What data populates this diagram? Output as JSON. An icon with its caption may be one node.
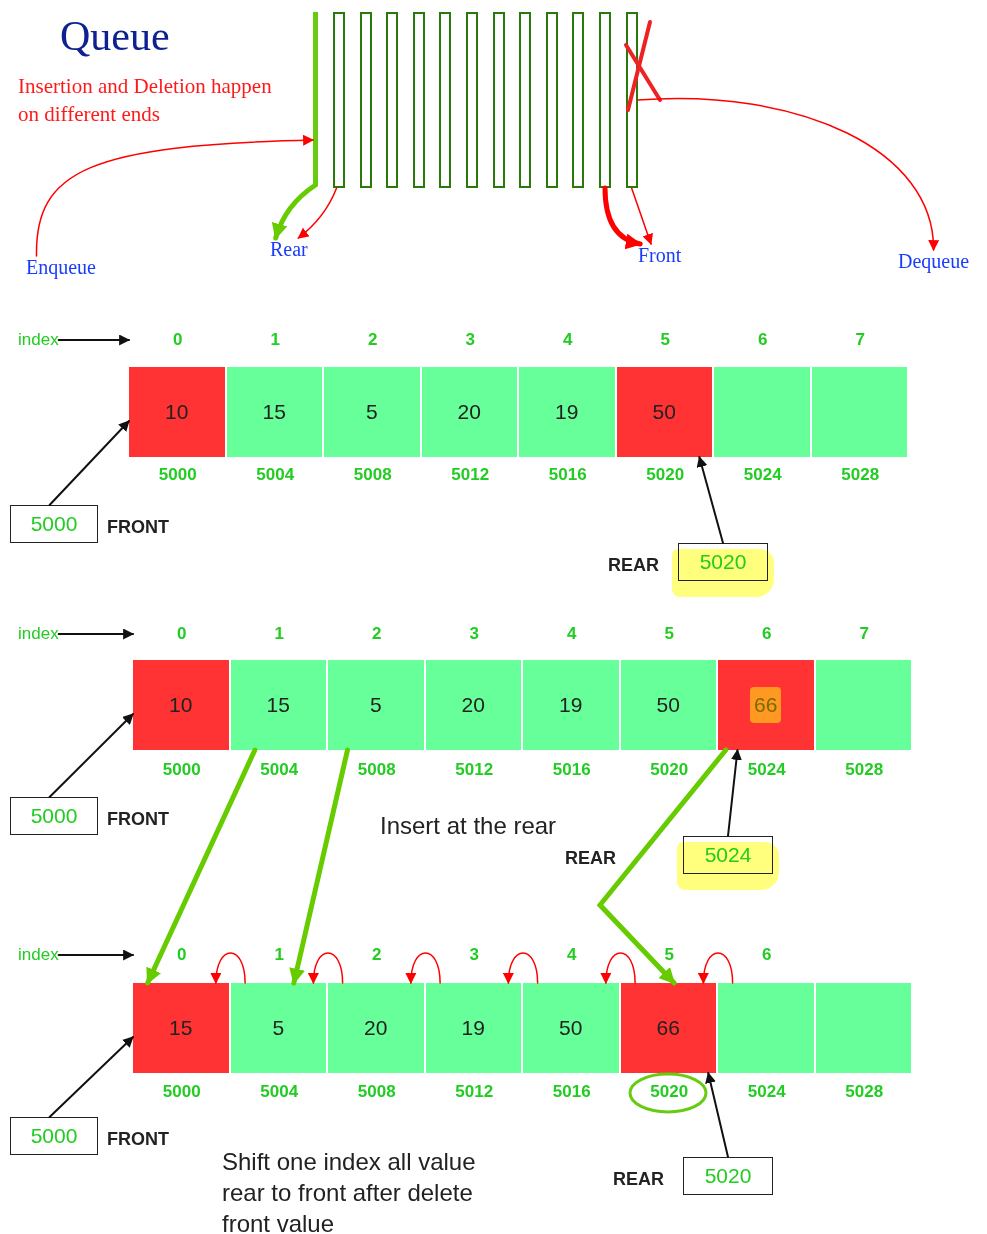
{
  "diagram": {
    "title": "Queue",
    "nodes": [
      {
        "text": [],
        "shape": "bar"
      },
      {
        "text": [],
        "shape": "box"
      },
      {
        "text": [],
        "shape": "box"
      },
      {
        "text": [],
        "shape": "box"
      },
      {
        "text": [],
        "shape": "box"
      },
      {
        "text": [],
        "shape": "box"
      },
      {
        "text": [],
        "shape": "box"
      },
      {
        "text": [],
        "shape": "box"
      },
      {
        "text": [],
        "shape": "box"
      },
      {
        "text": [],
        "shape": "box"
      },
      {
        "text": [],
        "shape": "box"
      },
      {
        "text": [],
        "shape": "box"
      },
      {
        "text": [],
        "shape": "box"
      },
      {
        "text": [
          "Enqueue"
        ]
      },
      {
        "text": [
          "Rear"
        ]
      },
      {
        "text": [
          "Front"
        ]
      },
      {
        "text": [
          "Dequeue"
        ]
      },
      {
        "text": [
          "index"
        ]
      },
      {
        "text": [
          "0"
        ]
      },
      {
        "text": [
          "10"
        ]
      },
      {
        "text": [
          "15"
        ]
      },
      {
        "text": [
          "5"
        ]
      },
      {
        "text": [
          "20"
        ]
      },
      {
        "text": [
          "19"
        ]
      },
      {
        "text": [
          "50"
        ]
      },
      {
        "text": [],
        "shape": "box"
      },
      {
        "text": [],
        "shape": "box"
      },
      {
        "text": [
          "5000"
        ],
        "beside": [
          "FRONT"
        ]
      },
      {
        "text": [
          "5020"
        ],
        "beside": [
          "REAR"
        ]
      },
      {
        "text": [
          "index"
        ]
      },
      {
        "text": [
          "0"
        ]
      },
      {
        "text": [
          "10"
        ]
      },
      {
        "text": [
          "15"
        ]
      },
      {
        "text": [
          "5"
        ]
      },
      {
        "text": [
          "20"
        ]
      },
      {
        "text": [
          "19"
        ]
      },
      {
        "text": [
          "50"
        ]
      },
      {
        "text": [
          "66"
        ]
      },
      {
        "text": [],
        "shape": "box"
      },
      {
        "text": [
          "5000"
        ],
        "beside": [
          "FRONT"
        ]
      },
      {
        "text": [
          "5024"
        ],
        "beside": [
          "REAR"
        ]
      },
      {
        "text": [
          "index"
        ]
      },
      {
        "text": [
          "0"
        ]
      },
      {
        "text": [
          "15"
        ]
      },
      {
        "text": [
          "5"
        ]
      },
      {
        "text": [
          "20"
        ]
      },
      {
        "text": [
          "19"
        ]
      },
      {
        "text": [
          "50"
        ]
      },
      {
        "text": [
          "66"
        ]
      },
      {
        "text": [],
        "shape": "box"
      },
      {
        "text": [],
        "shape": "box"
      },
      {
        "text": [
          "5000"
        ],
        "beside": [
          "FRONT"
        ]
      },
      {
        "text": [
          "5020"
        ],
        "beside": [
          "REAR"
        ]
      }
    ],
    "edges": [
      {
        "from": 13,
        "to": 0,
        "arrow": "to",
        "color": "#ff0000"
      },
      {
        "from": 0,
        "to": 14,
        "arrow": "to",
        "style": "thick",
        "color": "#66cc00"
      },
      {
        "from": 1,
        "to": 14,
        "arrow": "to",
        "color": "#ff0000"
      },
      {
        "from": 11,
        "to": 15,
        "arrow": "to",
        "style": "thick",
        "color": "#ff0000"
      },
      {
        "from": 12,
        "to": 15,
        "arrow": "to",
        "color": "#ff0000"
      },
      {
        "from": 12,
        "to": 16,
        "arrow": "to",
        "color": "#ff0000"
      },
      {
        "from": 17,
        "to": 18,
        "arrow": "to",
        "color": "#111111"
      },
      {
        "from": 27,
        "to": 19,
        "arrow": "to",
        "color": "#111111"
      },
      {
        "from": 28,
        "to": 24,
        "arrow": "to",
        "color": "#111111"
      },
      {
        "from": 29,
        "to": 30,
        "arrow": "to",
        "color": "#111111"
      },
      {
        "from": 39,
        "to": 31,
        "arrow": "to",
        "color": "#111111"
      },
      {
        "from": 40,
        "to": 37,
        "arrow": "to",
        "color": "#111111"
      },
      {
        "from": 32,
        "to": 43,
        "arrow": "to",
        "style": "thick",
        "color": "#66cc00"
      },
      {
        "from": 33,
        "to": 44,
        "arrow": "to",
        "style": "thick",
        "color": "#66cc00"
      },
      {
        "from": 37,
        "to": 48,
        "arrow": "to",
        "style": "thick",
        "color": "#66cc00"
      },
      {
        "from": 41,
        "to": 42,
        "arrow": "to",
        "color": "#111111"
      },
      {
        "from": 51,
        "to": 43,
        "arrow": "to",
        "color": "#111111"
      },
      {
        "from": 52,
        "to": 48,
        "arrow": "to",
        "color": "#111111"
      },
      {
        "from": 44,
        "to": 43,
        "arrow": "to",
        "color": "#ff0000"
      },
      {
        "from": 45,
        "to": 44,
        "arrow": "to",
        "color": "#ff0000"
      },
      {
        "from": 46,
        "to": 45,
        "arrow": "to",
        "color": "#ff0000"
      },
      {
        "from": 47,
        "to": 46,
        "arrow": "to",
        "color": "#ff0000"
      },
      {
        "from": 48,
        "to": 47,
        "arrow": "to",
        "color": "#ff0000"
      },
      {
        "from": 49,
        "to": 48,
        "arrow": "to",
        "color": "#ff0000"
      }
    ],
    "labels": [
      "Insertion and Deletion happen on different ends",
      "1",
      "2",
      "3",
      "4",
      "5",
      "6",
      "7",
      "5000",
      "5004",
      "5008",
      "5012",
      "5016",
      "5020",
      "5024",
      "5028",
      "1",
      "2",
      "3",
      "4",
      "5",
      "6",
      "7",
      "5000",
      "5004",
      "5008",
      "5012",
      "5016",
      "5020",
      "5024",
      "5028",
      "Insert at the rear",
      "1",
      "2",
      "3",
      "4",
      "5",
      "6",
      "5000",
      "5004",
      "5008",
      "5012",
      "5016",
      "5020",
      "5024",
      "5028",
      "Shift one index all value rear to front after delete front value"
    ]
  }
}
